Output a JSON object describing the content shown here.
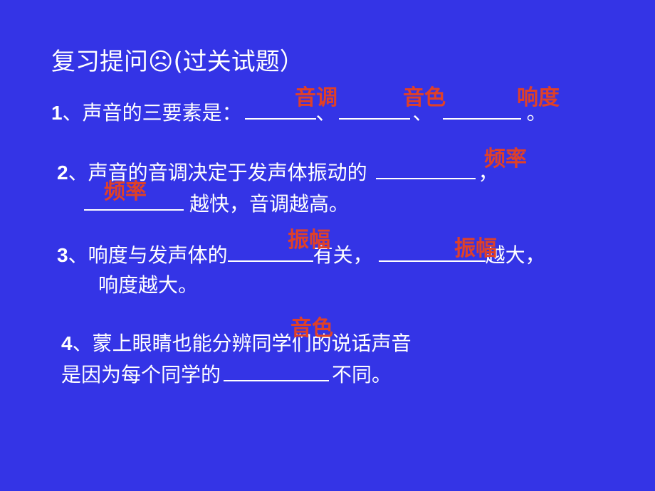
{
  "slide": {
    "title": "复习提问☹(过关试题）",
    "q1": {
      "num": "1",
      "text": "、声音的三要素是：",
      "sep1": "、",
      "sep2": "、",
      "end": "。",
      "answers": [
        "音调",
        "音色",
        "响度"
      ]
    },
    "q2": {
      "num": "2",
      "text": "、声音的音调决定于发声体振动的",
      "comma": "，",
      "line2_end": "越快，音调越高。",
      "answers": [
        "频率",
        "频率"
      ]
    },
    "q3": {
      "num": "3",
      "text": "、响度与发声体的",
      "mid": "有关，",
      "end": "越大，",
      "line2": "响度越大。",
      "answers": [
        "振幅",
        "振幅"
      ]
    },
    "q4": {
      "num": "4",
      "line1": "、蒙上眼睛也能分辨同学们的说话声音",
      "line2_start": "是因为每个同学的",
      "line2_end": "不同。",
      "answers": [
        "音色"
      ]
    }
  }
}
